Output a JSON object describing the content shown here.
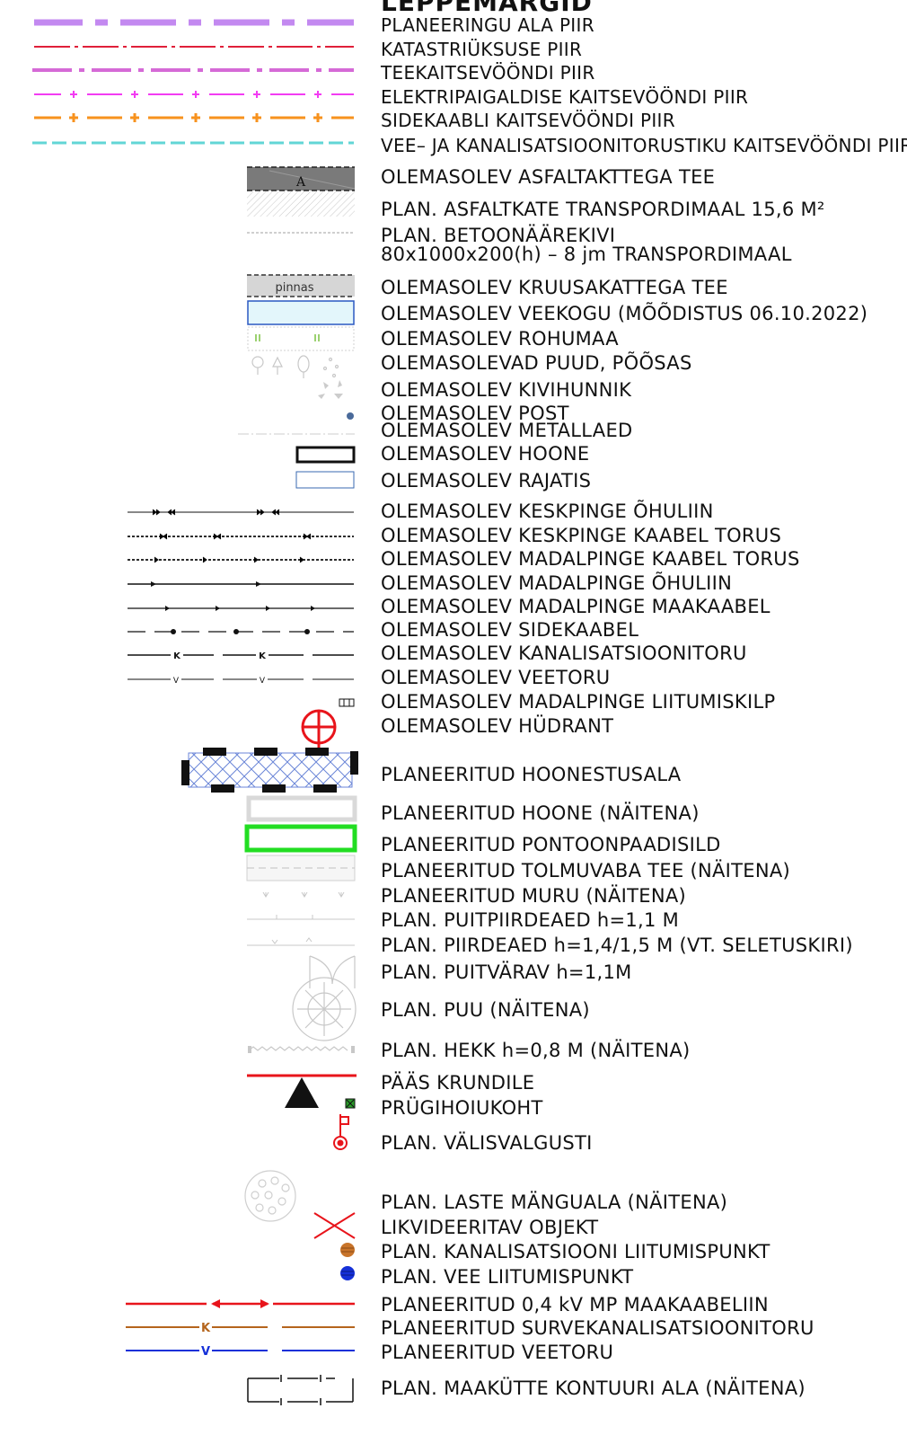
{
  "title": "LEPPEMÄRGID",
  "entries": [
    {
      "id": "planeeringu_ala_piir",
      "label": "PLANEERINGU ALA PIIR"
    },
    {
      "id": "katastriyksuse_piir",
      "label": "KATASTRIÜKSUSE PIIR"
    },
    {
      "id": "teekaitsevoondi_piir",
      "label": "TEEKAITSEVÖÖNDI PIIR"
    },
    {
      "id": "elektripaigaldise_piir",
      "label": "ELEKTRIPAIGALDISE KAITSEVÖÖNDI PIIR"
    },
    {
      "id": "sidekaabli_piir",
      "label": "SIDEKAABLI KAITSEVÖÖNDI PIIR"
    },
    {
      "id": "vee_kanal_piir",
      "label": "VEE– JA KANALISATSIOONITORUSTIKU KAITSEVÖÖNDI PIIR"
    },
    {
      "id": "asfalt_tee",
      "label": "OLEMASOLEV ASFALTAKTTEGA TEE"
    },
    {
      "id": "plan_asfalt",
      "label": "PLAN. ASFALTKATE TRANSPORDIMAAL 15,6 M²"
    },
    {
      "id": "betoonaarekivi",
      "label_line1": "PLAN. BETOONÄÄREKIVI",
      "label_line2": "80x1000x200(h) – 8 jm TRANSPORDIMAAL"
    },
    {
      "id": "kruus_tee",
      "label": "OLEMASOLEV KRUUSAKATTEGA TEE"
    },
    {
      "id": "veekogu",
      "label": "OLEMASOLEV VEEKOGU (MÕÕDISTUS 06.10.2022)"
    },
    {
      "id": "rohumaa",
      "label": "OLEMASOLEV ROHUMAA"
    },
    {
      "id": "puud",
      "label": "OLEMASOLEVAD PUUD, PÕÕSAS"
    },
    {
      "id": "kivihunnik",
      "label": "OLEMASOLEV KIVIHUNNIK"
    },
    {
      "id": "post",
      "label": "OLEMASOLEV POST"
    },
    {
      "id": "metallaed",
      "label": "OLEMASOLEV METALLAED"
    },
    {
      "id": "hoone",
      "label": "OLEMASOLEV HOONE"
    },
    {
      "id": "rajatis",
      "label": "OLEMASOLEV RAJATIS"
    },
    {
      "id": "kp_ohuliin",
      "label": "OLEMASOLEV KESKPINGE ÕHULIIN"
    },
    {
      "id": "kp_kaabel",
      "label": "OLEMASOLEV KESKPINGE KAABEL TORUS"
    },
    {
      "id": "mp_kaabel",
      "label": "OLEMASOLEV MADALPINGE KAABEL TORUS"
    },
    {
      "id": "mp_ohuliin",
      "label": "OLEMASOLEV MADALPINGE ÕHULIIN"
    },
    {
      "id": "mp_maakaabel",
      "label": "OLEMASOLEV MADALPINGE MAAKAABEL"
    },
    {
      "id": "sidekaabel",
      "label": "OLEMASOLEV SIDEKAABEL"
    },
    {
      "id": "kanalisatsioonitoru",
      "label": "OLEMASOLEV KANALISATSIOONITORU"
    },
    {
      "id": "veetoru",
      "label": "OLEMASOLEV VEETORU"
    },
    {
      "id": "liitumiskilp",
      "label": "OLEMASOLEV MADALPINGE LIITUMISKILP"
    },
    {
      "id": "hydrant",
      "label": "OLEMASOLEV HÜDRANT"
    },
    {
      "id": "hoonestusala",
      "label": "PLANEERITUD HOONESTUSALA"
    },
    {
      "id": "plan_hoone",
      "label": "PLANEERITUD HOONE (NÄITENA)"
    },
    {
      "id": "pontoon",
      "label": "PLANEERITUD PONTOONPAADISILD"
    },
    {
      "id": "tolmuvaba_tee",
      "label": "PLANEERITUD TOLMUVABA TEE (NÄITENA)"
    },
    {
      "id": "muru",
      "label": "PLANEERITUD MURU (NÄITENA)"
    },
    {
      "id": "puitpiirdeaed",
      "label": "PLAN. PUITPIIRDEAED h=1,1 M"
    },
    {
      "id": "piirdeaed",
      "label": "PLAN. PIIRDEAED h=1,4/1,5 M (VT. SELETUSKIRI)"
    },
    {
      "id": "puitvarav",
      "label": "PLAN. PUITVÄRAV h=1,1M"
    },
    {
      "id": "plan_puu",
      "label": "PLAN. PUU (NÄITENA)"
    },
    {
      "id": "hekk",
      "label": "PLAN. HEKK h=0,8 M (NÄITENA)"
    },
    {
      "id": "paas",
      "label": "PÄÄS KRUNDILE"
    },
    {
      "id": "prygi",
      "label": "PRÜGIHOIUKOHT"
    },
    {
      "id": "valisvalgusti",
      "label": "PLAN. VÄLISVALGUSTI"
    },
    {
      "id": "laste_mangala",
      "label": "PLAN. LASTE MÄNGUALA (NÄITENA)"
    },
    {
      "id": "likvideeritav",
      "label": "LIKVIDEERITAV OBJEKT"
    },
    {
      "id": "kanal_liitumis",
      "label": "PLAN. KANALISATSIOONI LIITUMISPUNKT"
    },
    {
      "id": "vee_liitumis",
      "label": "PLAN. VEE LIITUMISPUNKT"
    },
    {
      "id": "mp_maakaabeliin",
      "label": "PLANEERITUD 0,4 kV MP MAAKAABELIIN"
    },
    {
      "id": "survekanal",
      "label": "PLANEERITUD SURVEKANALISATSIOONITORU"
    },
    {
      "id": "plan_veetoru",
      "label": "PLANEERITUD VEETORU"
    },
    {
      "id": "maakytte",
      "label": "PLAN. MAAKÜTTE KONTUURI ALA (NÄITENA)"
    }
  ],
  "symbol_text": {
    "asphalt_letter": "A",
    "gravel_text": "pinnas",
    "sewer_letter": "K",
    "water_letter": "V",
    "existing_sewer_letter": "K",
    "existing_water_letter": "V"
  },
  "colors": {
    "boundary_purple": "#c389f0",
    "cadastral_red": "#e0203a",
    "road_protect_magenta": "#d56ad6",
    "electric_magenta": "#f23cf2",
    "telecom_orange": "#f7921e",
    "water_cyan": "#62d6d6",
    "pontoon_green": "#22dd22",
    "grass_green": "#7cc242",
    "red": "#e8141b",
    "sewer_brown": "#b5651d",
    "water_blue": "#1530d8"
  }
}
